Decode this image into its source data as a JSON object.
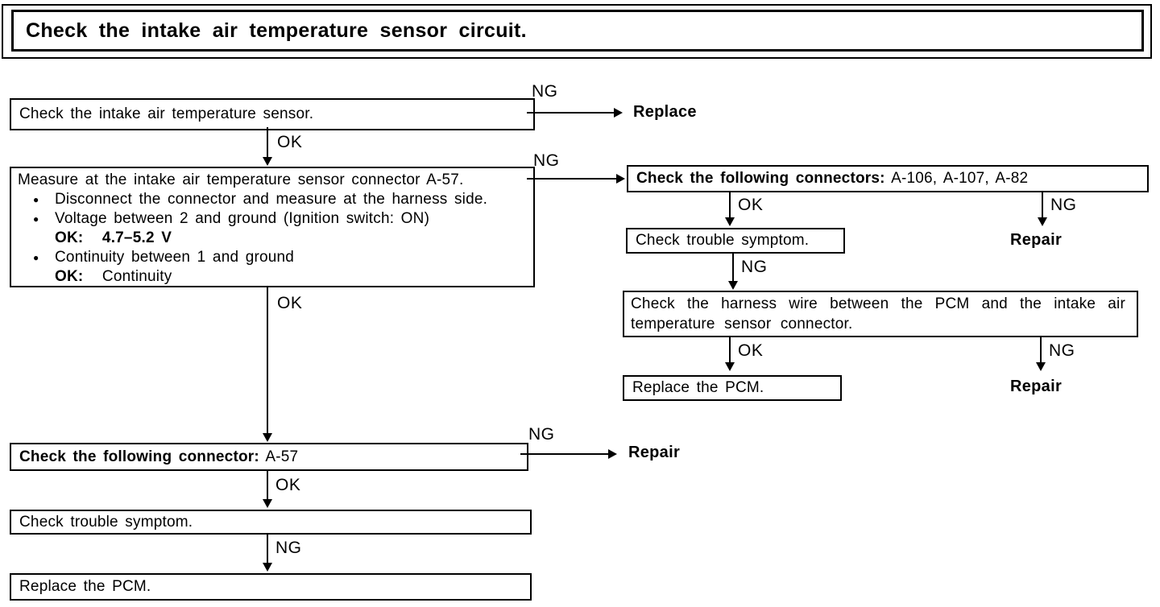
{
  "title": "Check the intake air temperature sensor circuit.",
  "labels": {
    "ok": "OK",
    "ng": "NG"
  },
  "results": {
    "replace": "Replace",
    "repair": "Repair"
  },
  "glyphs": {
    "bullet": "●"
  },
  "boxes": {
    "check_sensor": "Check the intake air temperature sensor.",
    "measure": {
      "heading": "Measure at the intake air temperature sensor connector A-57.",
      "bullet_1": "Disconnect the connector and measure at the harness side.",
      "bullet_2": "Voltage between 2 and ground (Ignition switch: ON)",
      "bullet_2_ok_label": "OK:",
      "bullet_2_ok_value": "4.7–5.2 V",
      "bullet_3": "Continuity between 1 and ground",
      "bullet_3_ok_label": "OK:",
      "bullet_3_ok_value": "Continuity"
    },
    "check_connectors_label": "Check the following connectors:",
    "check_connectors_ids": " A-106, A-107, A-82",
    "check_trouble_symptom": "Check trouble symptom.",
    "check_harness": "Check the harness wire between the PCM and the intake air temperature sensor connector.",
    "replace_pcm": "Replace the PCM.",
    "check_connector_label": "Check the following connector:",
    "check_connector_id": " A-57"
  }
}
